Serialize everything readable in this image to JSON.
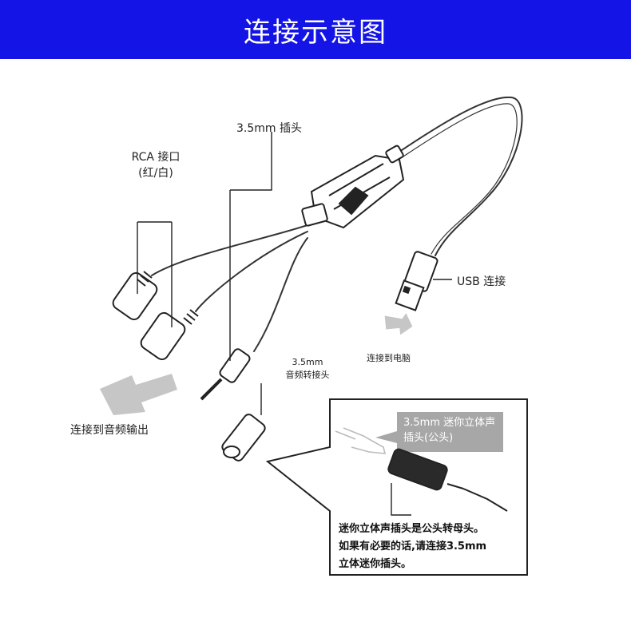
{
  "header": {
    "title": "连接示意图",
    "color": "#1414e6"
  },
  "labels": {
    "plug_35": "3.5mm 插头",
    "rca_line1": "RCA 接口",
    "rca_line2": "(红/白)",
    "usb": "USB 连接",
    "to_pc": "连接到电脑",
    "adapter_line1": "3.5mm",
    "adapter_line2": "音频转接头",
    "to_audio_out": "连接到音频输出"
  },
  "inset": {
    "callout_line1": "3.5mm 迷你立体声",
    "callout_line2": "插头(公头)",
    "note_line1": "迷你立体声插头是公头转母头。",
    "note_line2": "如果有必要的话,请连接3.5mm",
    "note_line3": "立体迷你插头。"
  },
  "colors": {
    "arrow_fill": "#c6c6c6",
    "callout_fill": "#a7a7a7"
  }
}
